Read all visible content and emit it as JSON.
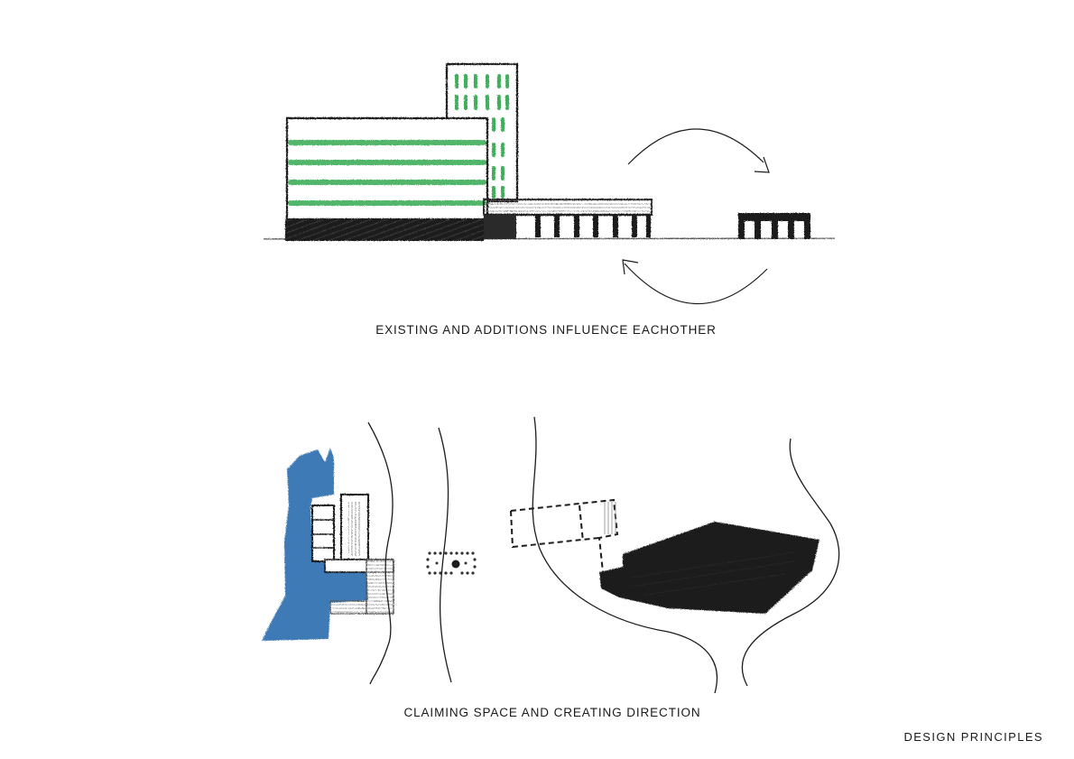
{
  "captions": {
    "top": "EXISTING AND ADDITIONS INFLUENCE EACHOTHER",
    "bottom": "CLAIMING SPACE AND CREATING DIRECTION"
  },
  "page_label": "DESIGN PRINCIPLES",
  "colors": {
    "ink": "#1c1c1c",
    "facade_green": "#3fae5a",
    "water_blue": "#2f6fb0",
    "background": "#ffffff"
  }
}
